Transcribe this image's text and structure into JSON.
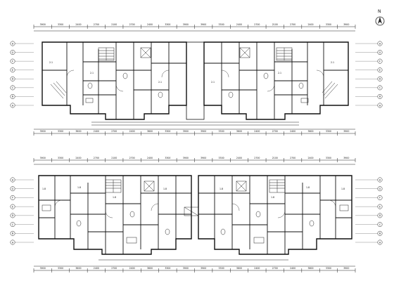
{
  "north_mark": "N",
  "plan_a": {
    "dims_top": [
      "3900",
      "3300",
      "2400",
      "2700",
      "2100",
      "2700",
      "2400",
      "3300",
      "3900",
      "3900",
      "3300",
      "2400",
      "2700",
      "2100",
      "2700",
      "2400",
      "3300",
      "3900"
    ],
    "dims_bottom": [
      "3900",
      "3300",
      "3600",
      "2400",
      "2700",
      "2400",
      "3600",
      "3300",
      "3900",
      "3900",
      "3300",
      "3600",
      "2400",
      "2700",
      "2400",
      "3600",
      "3300",
      "3900"
    ],
    "axis_labels_left": [
      "H",
      "G",
      "F",
      "E",
      "D",
      "C",
      "B",
      "A"
    ],
    "axis_labels_right": [
      "H",
      "G",
      "F",
      "E",
      "D",
      "C",
      "B",
      "A"
    ],
    "room_tags": [
      "2.1",
      "2.1",
      "2.1",
      "2.1",
      "2.1",
      "2.1"
    ]
  },
  "plan_b": {
    "dims_top": [
      "3900",
      "3300",
      "2400",
      "2700",
      "2100",
      "2700",
      "2400",
      "3300",
      "3900",
      "3900",
      "3300",
      "2400",
      "2700",
      "2100",
      "2700",
      "2400",
      "3300",
      "3900"
    ],
    "dims_bottom": [
      "3900",
      "3300",
      "3600",
      "2400",
      "2700",
      "2400",
      "3600",
      "3300",
      "3900",
      "3900",
      "3300",
      "3600",
      "2400",
      "2700",
      "2400",
      "3600",
      "3300",
      "3900"
    ],
    "axis_labels_left": [
      "H",
      "G",
      "F",
      "E",
      "D",
      "C",
      "B",
      "A"
    ],
    "axis_labels_right": [
      "H",
      "G",
      "F",
      "E",
      "D",
      "C",
      "B",
      "A"
    ],
    "room_tags": [
      "1.8",
      "1.8",
      "1.8",
      "1.8",
      "1.8",
      "1.8",
      "1.8",
      "1.8"
    ]
  },
  "colors": {
    "line": "#222222",
    "wall": "#111111",
    "bg": "#ffffff"
  }
}
